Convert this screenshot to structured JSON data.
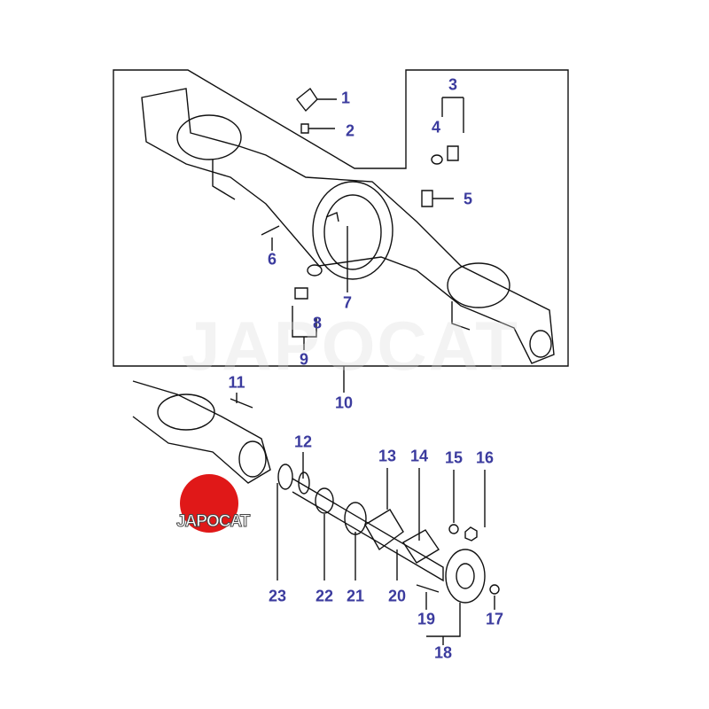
{
  "watermark": "JAPOCAT",
  "logo": {
    "text": "JAPOCAT",
    "color": "#e01818"
  },
  "label_color": "#3b3b9e",
  "callouts": [
    "1",
    "2",
    "3",
    "4",
    "5",
    "6",
    "7",
    "8",
    "9",
    "10",
    "11",
    "12",
    "13",
    "14",
    "15",
    "16",
    "17",
    "18",
    "19",
    "20",
    "21",
    "22",
    "23"
  ]
}
